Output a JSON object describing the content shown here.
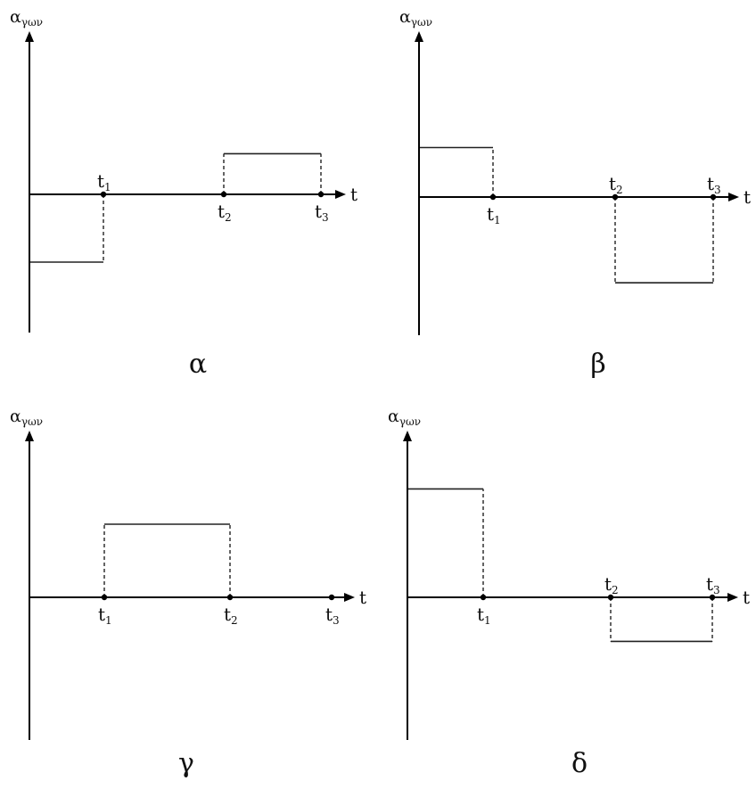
{
  "panels": [
    {
      "caption": "α",
      "y_axis_label": "α",
      "y_axis_sub": "γων",
      "x_axis_label": "t",
      "points": [
        {
          "label": "t",
          "sub": "1",
          "side": "above"
        },
        {
          "label": "t",
          "sub": "2",
          "side": "below"
        },
        {
          "label": "t",
          "sub": "3",
          "side": "below"
        }
      ],
      "segments": [
        {
          "from": 0,
          "to": 1,
          "level": -1.0
        },
        {
          "from": 1,
          "to": 2,
          "level": 0
        },
        {
          "from": 2,
          "to": 3,
          "level": 0.6
        }
      ]
    },
    {
      "caption": "β",
      "y_axis_label": "α",
      "y_axis_sub": "γων",
      "x_axis_label": "t",
      "points": [
        {
          "label": "t",
          "sub": "1",
          "side": "below"
        },
        {
          "label": "t",
          "sub": "2",
          "side": "above"
        },
        {
          "label": "t",
          "sub": "3",
          "side": "above"
        }
      ],
      "segments": [
        {
          "from": 0,
          "to": 1,
          "level": 0.75
        },
        {
          "from": 1,
          "to": 2,
          "level": 0
        },
        {
          "from": 2,
          "to": 3,
          "level": -1.3
        }
      ]
    },
    {
      "caption": "γ",
      "y_axis_label": "α",
      "y_axis_sub": "γων",
      "x_axis_label": "t",
      "points": [
        {
          "label": "t",
          "sub": "1",
          "side": "below"
        },
        {
          "label": "t",
          "sub": "2",
          "side": "below"
        },
        {
          "label": "t",
          "sub": "3",
          "side": "below"
        }
      ],
      "segments": [
        {
          "from": 0,
          "to": 1,
          "level": 0
        },
        {
          "from": 1,
          "to": 2,
          "level": 1.0
        },
        {
          "from": 2,
          "to": 3,
          "level": 0
        }
      ]
    },
    {
      "caption": "δ",
      "y_axis_label": "α",
      "y_axis_sub": "γων",
      "x_axis_label": "t",
      "points": [
        {
          "label": "t",
          "sub": "1",
          "side": "below"
        },
        {
          "label": "t",
          "sub": "2",
          "side": "above"
        },
        {
          "label": "t",
          "sub": "3",
          "side": "above"
        }
      ],
      "segments": [
        {
          "from": 0,
          "to": 1,
          "level": 1.6
        },
        {
          "from": 1,
          "to": 2,
          "level": 0
        },
        {
          "from": 2,
          "to": 3,
          "level": -0.65
        }
      ]
    }
  ]
}
